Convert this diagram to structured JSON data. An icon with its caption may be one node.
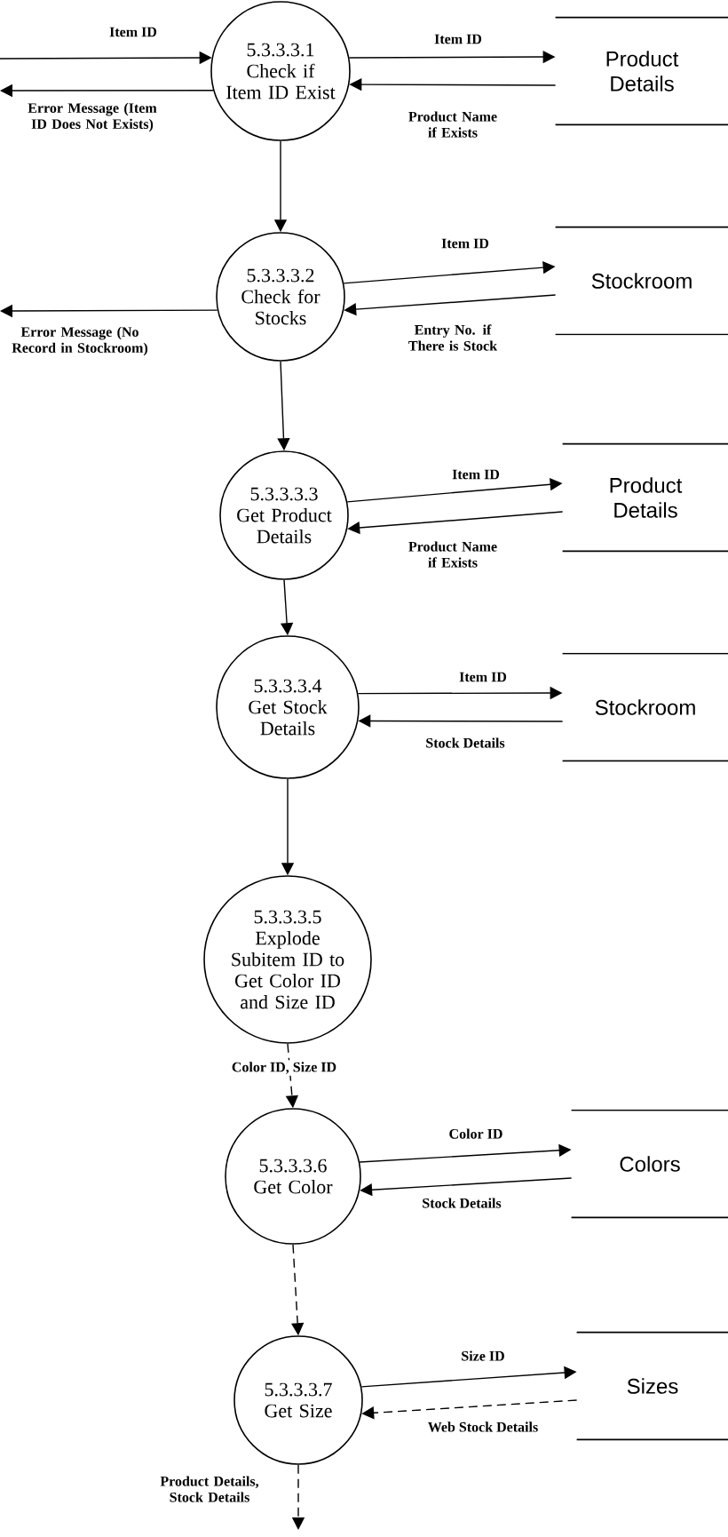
{
  "diagram": {
    "nodes": [
      {
        "text": [
          "5.3.3.3.1",
          "Check if Item ID Exist"
        ]
      },
      {
        "text": [
          "Product Details"
        ]
      },
      {
        "text": [
          "5.3.3.3.2",
          "Check for Stocks"
        ]
      },
      {
        "text": [
          "Stockroom"
        ]
      },
      {
        "text": [
          "5.3.3.3.3",
          "Get Product Details"
        ]
      },
      {
        "text": [
          "Product Details"
        ]
      },
      {
        "text": [
          "5.3.3.3.4",
          "Get Stock Details"
        ]
      },
      {
        "text": [
          "Stockroom"
        ]
      },
      {
        "text": [
          "5.3.3.3.5",
          "Explode Subitem ID to Get Color ID and Size ID"
        ]
      },
      {
        "text": [
          "5.3.3.3.6",
          "Get Color"
        ]
      },
      {
        "text": [
          "Colors"
        ]
      },
      {
        "text": [
          "5.3.3.3.7",
          "Get Size"
        ]
      },
      {
        "text": [
          "Sizes"
        ]
      }
    ],
    "edges": [
      {
        "from": null,
        "to": 0,
        "arrow": "to",
        "label": "Item ID"
      },
      {
        "from": 0,
        "to": null,
        "arrow": "to",
        "label": "Error Message (Item ID Does Not Exists)"
      },
      {
        "from": 0,
        "to": 1,
        "arrow": "to",
        "label": "Item ID"
      },
      {
        "from": 1,
        "to": 0,
        "arrow": "to",
        "label": "Product Name if Exists"
      },
      {
        "from": 0,
        "to": 2,
        "arrow": "to"
      },
      {
        "from": 2,
        "to": null,
        "arrow": "to",
        "label": "Error Message (No Record in Stockroom)"
      },
      {
        "from": 2,
        "to": 3,
        "arrow": "to",
        "label": "Item ID"
      },
      {
        "from": 3,
        "to": 2,
        "arrow": "to",
        "label": "Entry No. if There is Stock"
      },
      {
        "from": 2,
        "to": 4,
        "arrow": "to"
      },
      {
        "from": 4,
        "to": 5,
        "arrow": "to",
        "label": "Item ID"
      },
      {
        "from": 5,
        "to": 4,
        "arrow": "to",
        "label": "Product Name if Exists"
      },
      {
        "from": 4,
        "to": 6,
        "arrow": "to"
      },
      {
        "from": 6,
        "to": 7,
        "arrow": "to",
        "label": "Item ID"
      },
      {
        "from": 7,
        "to": 6,
        "arrow": "to",
        "label": "Stock Details"
      },
      {
        "from": 6,
        "to": 8,
        "arrow": "to"
      },
      {
        "from": 8,
        "to": 9,
        "arrow": "to",
        "label": "Color ID, Size ID",
        "style": "dashed"
      },
      {
        "from": 9,
        "to": 10,
        "arrow": "to",
        "label": "Color ID"
      },
      {
        "from": 10,
        "to": 9,
        "arrow": "to",
        "label": "Stock Details"
      },
      {
        "from": 9,
        "to": 11,
        "arrow": "to",
        "style": "dashed"
      },
      {
        "from": 11,
        "to": 12,
        "arrow": "to",
        "label": "Size ID"
      },
      {
        "from": 12,
        "to": 11,
        "arrow": "to",
        "label": "Web Stock Details",
        "style": "dashed"
      },
      {
        "from": 11,
        "to": null,
        "arrow": "to",
        "label": "Product Details, Stock Details",
        "style": "dashed"
      }
    ]
  }
}
